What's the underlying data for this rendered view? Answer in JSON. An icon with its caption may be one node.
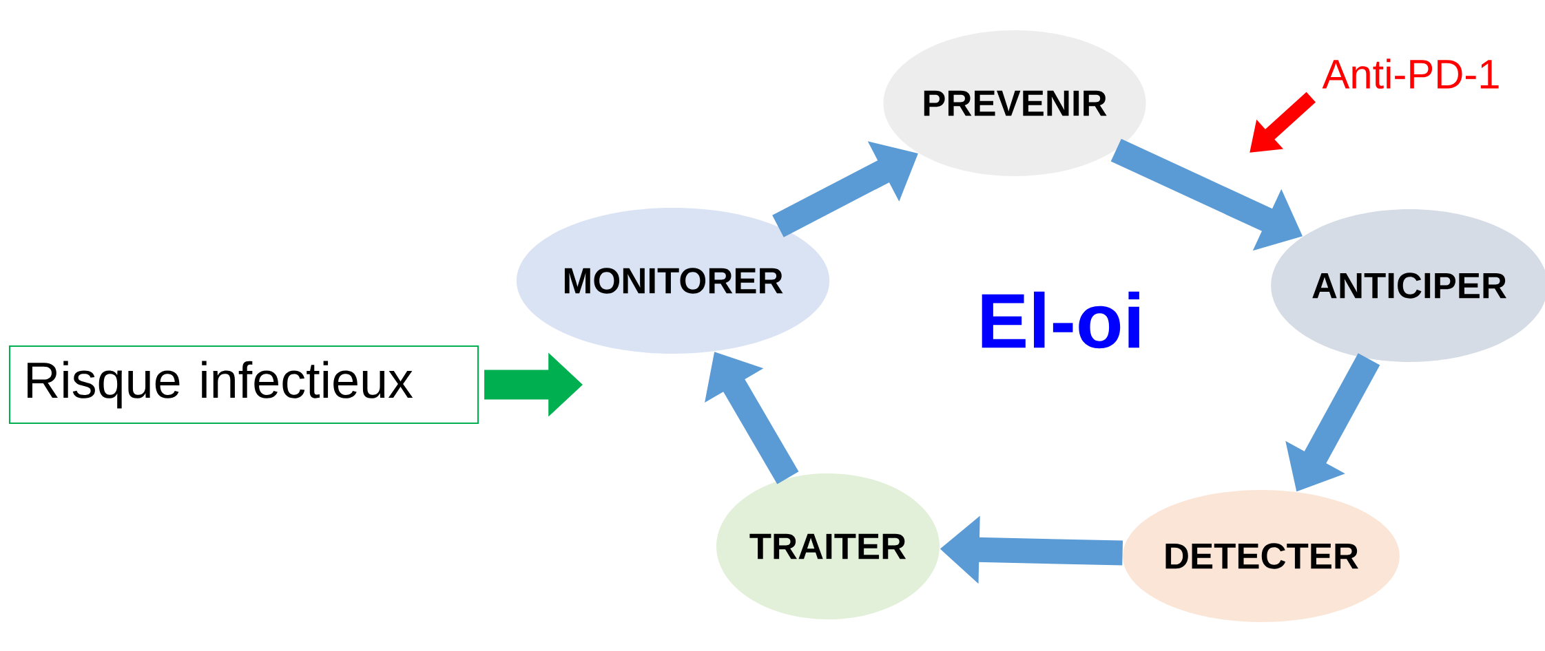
{
  "diagram": {
    "nodes": [
      {
        "text": [
          "PREVENIR"
        ]
      },
      {
        "text": [
          "ANTICIPER"
        ]
      },
      {
        "text": [
          "DETECTER"
        ]
      },
      {
        "text": [
          "TRAITER"
        ]
      },
      {
        "text": [
          "MONITORER"
        ]
      },
      {
        "text": [
          "Risque infectieux"
        ]
      },
      {
        "text": [
          "Anti-PD-1"
        ]
      }
    ],
    "edges": [
      {
        "from": 4,
        "to": 0,
        "arrow": "to"
      },
      {
        "from": 0,
        "to": 1,
        "arrow": "to"
      },
      {
        "from": 1,
        "to": 2,
        "arrow": "to"
      },
      {
        "from": 2,
        "to": 3,
        "arrow": "to"
      },
      {
        "from": 3,
        "to": 4,
        "arrow": "to"
      },
      {
        "from": 5,
        "to": 4,
        "arrow": "to",
        "color": "#00b050"
      },
      {
        "from": 6,
        "to": null,
        "arrow": "to",
        "color": "#ff0000"
      }
    ],
    "labels": [
      "El-oi"
    ]
  }
}
